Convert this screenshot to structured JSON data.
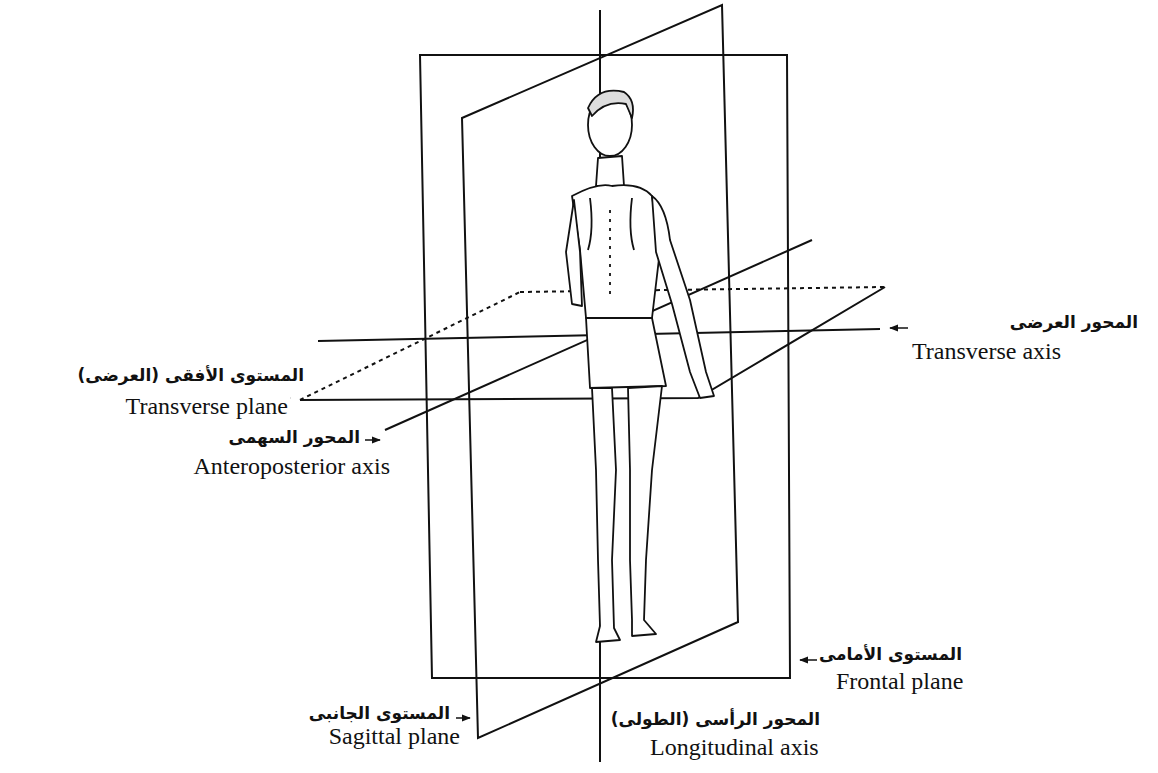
{
  "diagram": {
    "labels": [
      "المحور العرضى",
      "Transverse axis",
      "المستوى الأفقى (العرضى)",
      "Transverse plane",
      "المحور السهمى",
      "Anteroposterior axis",
      "المستوى الأمامى",
      "Frontal plane",
      "المستوى الجانبى",
      "Sagittal plane",
      "المحور الرأسى (الطولى)",
      "Longitudinal axis"
    ]
  }
}
